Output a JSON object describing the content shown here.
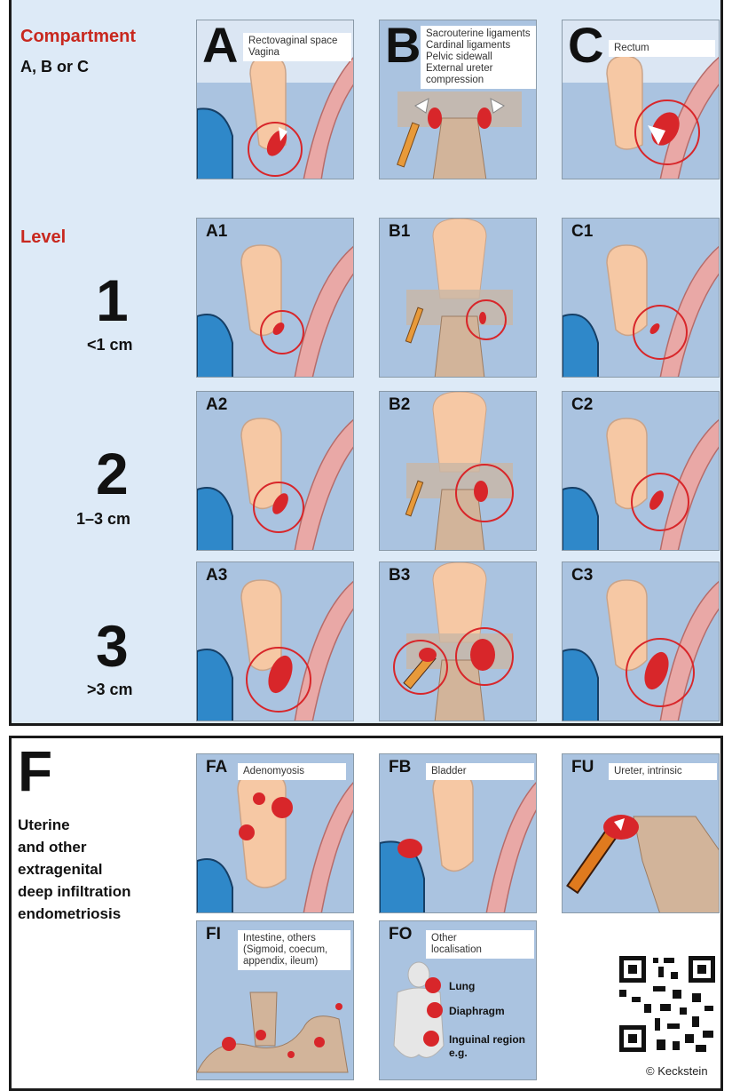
{
  "compartment_section": {
    "title": "Compartment",
    "subtitle": "A, B or C",
    "panels": [
      {
        "letter": "A",
        "lines": [
          "Rectovaginal space",
          "Vagina"
        ]
      },
      {
        "letter": "B",
        "lines": [
          "Sacrouterine ligaments",
          "Cardinal ligaments",
          "Pelvic sidewall",
          "External ureter",
          "compression"
        ]
      },
      {
        "letter": "C",
        "lines": [
          "Rectum"
        ]
      }
    ]
  },
  "level_section": {
    "title": "Level",
    "levels": [
      {
        "number": "1",
        "range": "<1 cm",
        "panels": [
          "A1",
          "B1",
          "C1"
        ]
      },
      {
        "number": "2",
        "range": "1–3 cm",
        "panels": [
          "A2",
          "B2",
          "C2"
        ]
      },
      {
        "number": "3",
        "range": ">3 cm",
        "panels": [
          "A3",
          "B3",
          "C3"
        ]
      }
    ]
  },
  "f_section": {
    "letter": "F",
    "description": [
      "Uterine",
      "and other",
      "extragenital",
      "deep infiltration",
      "endometriosis"
    ],
    "panels": [
      {
        "code": "FA",
        "label": [
          "Adenomyosis"
        ]
      },
      {
        "code": "FB",
        "label": [
          "Bladder"
        ]
      },
      {
        "code": "FU",
        "label": [
          "Ureter, intrinsic"
        ]
      },
      {
        "code": "FI",
        "label": [
          "Intestine, others",
          "(Sigmoid, coecum,",
          "appendix, ileum)"
        ]
      },
      {
        "code": "FO",
        "label": [
          "Other",
          "localisation"
        ]
      }
    ],
    "fo_sites": [
      "Lung",
      "Diaphragm",
      "Inguinal region",
      "e.g."
    ]
  },
  "credit": "© Keckstein",
  "colors": {
    "accent_red": "#c8281f",
    "lesion_red": "#d8262a",
    "panel_blue": "#aac3e0",
    "section_bg": "#ddeaf7"
  }
}
